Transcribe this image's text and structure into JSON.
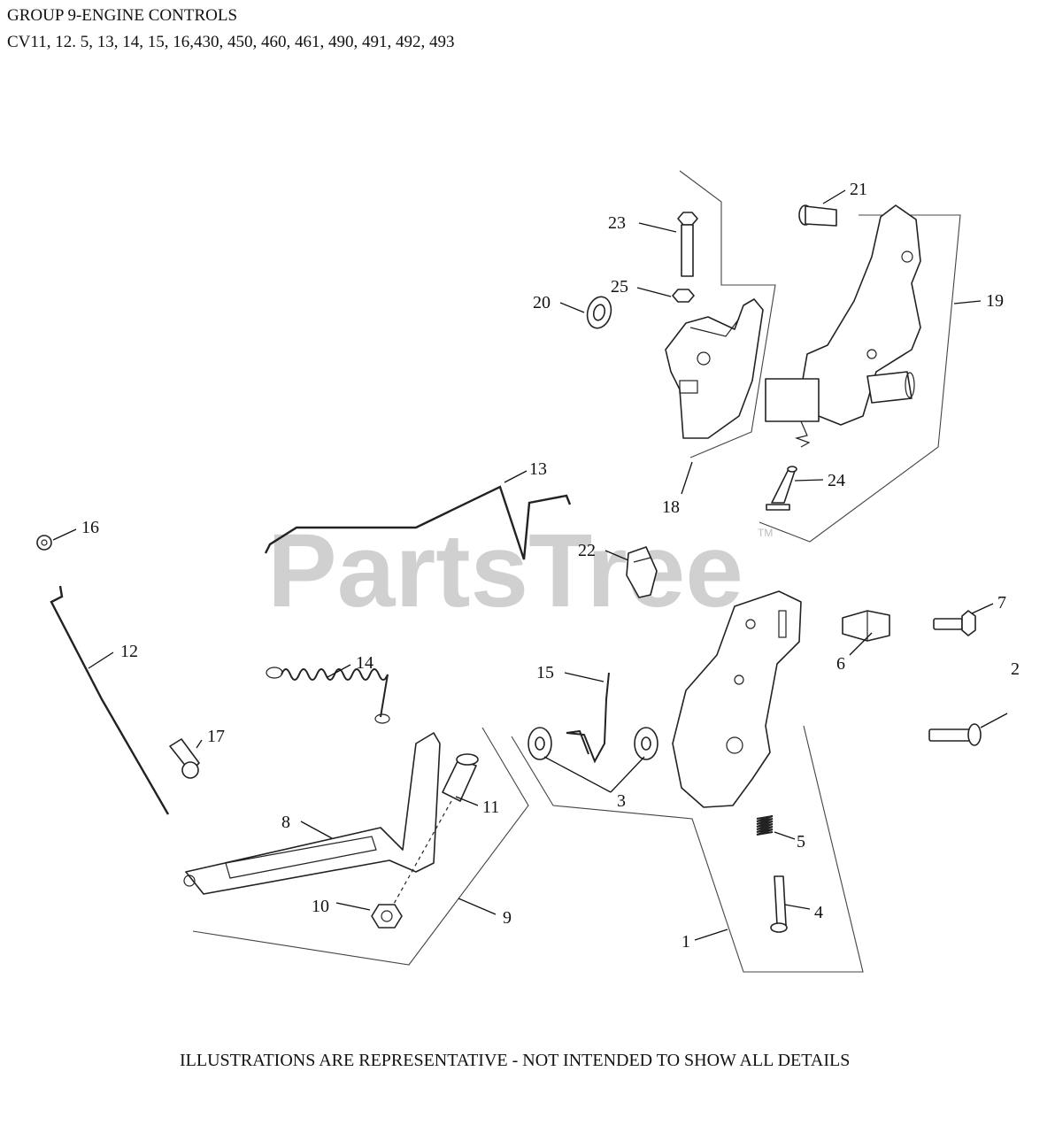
{
  "header": {
    "title": "GROUP 9-ENGINE CONTROLS",
    "subtitle": "CV11, 12. 5, 13, 14, 15, 16,430, 450, 460, 461, 490, 491, 492, 493"
  },
  "footer": {
    "note": "ILLUSTRATIONS ARE REPRESENTATIVE - NOT INTENDED TO SHOW ALL DETAILS"
  },
  "watermark": {
    "text": "PartsTree",
    "tm": "TM"
  },
  "callouts": [
    "1",
    "2",
    "3",
    "4",
    "5",
    "6",
    "7",
    "8",
    "9",
    "10",
    "11",
    "12",
    "13",
    "14",
    "15",
    "16",
    "17",
    "18",
    "19",
    "20",
    "21",
    "22",
    "23",
    "24",
    "25"
  ]
}
